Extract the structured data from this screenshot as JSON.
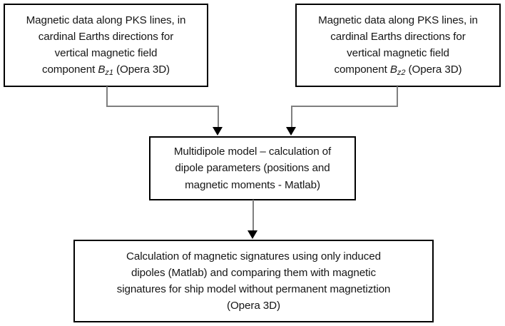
{
  "diagram": {
    "title": "Multidipole magnetic modelling workflow flowchart",
    "type": "flowchart",
    "accent_color": "#000000",
    "connector_color": "#7f7f7f",
    "background_color": "#ffffff",
    "nodes": {
      "top_left": {
        "id": "node-bz1",
        "lines": [
          "Magnetic data along PKS lines, in",
          "cardinal Earths directions for",
          "vertical magnetic field",
          "component "
        ],
        "symbol": "B",
        "symbol_subscript": "z1",
        "tail": " (Opera 3D)",
        "full_text": "Magnetic data along PKS lines, in cardinal Earths directions for vertical magnetic field component Bz1 (Opera 3D)"
      },
      "top_right": {
        "id": "node-bz2",
        "lines": [
          "Magnetic data along PKS lines, in",
          "cardinal Earths directions for",
          "vertical magnetic field",
          "component "
        ],
        "symbol": "B",
        "symbol_subscript": "z2",
        "tail": " (Opera 3D)",
        "full_text": "Magnetic data along PKS lines, in cardinal Earths directions for vertical magnetic field component Bz2 (Opera 3D)"
      },
      "middle": {
        "id": "node-multidipole-model",
        "lines": [
          "Multidipole model – calculation of",
          "dipole parameters (positions and",
          "magnetic moments - Matlab)"
        ],
        "full_text": "Multidipole model – calculation of dipole parameters (positions and magnetic moments - Matlab)"
      },
      "bottom": {
        "id": "node-signature-calculation",
        "lines": [
          "Calculation of magnetic signatures using only induced",
          "dipoles (Matlab) and comparing them with magnetic",
          "signatures for ship model without permanent magnetiztion",
          "(Opera 3D)"
        ],
        "full_text": "Calculation of magnetic signatures using only induced dipoles (Matlab) and comparing them with magnetic signatures for ship model without permanent magnetiztion (Opera 3D)"
      }
    },
    "edges": [
      {
        "id": "edge-bz1-to-model",
        "from": "top_left",
        "to": "middle",
        "style": "elbow",
        "arrowhead": "filled-triangle-down"
      },
      {
        "id": "edge-bz2-to-model",
        "from": "top_right",
        "to": "middle",
        "style": "elbow",
        "arrowhead": "filled-triangle-down"
      },
      {
        "id": "edge-model-to-signature",
        "from": "middle",
        "to": "bottom",
        "style": "straight",
        "arrowhead": "filled-triangle-down"
      }
    ]
  }
}
